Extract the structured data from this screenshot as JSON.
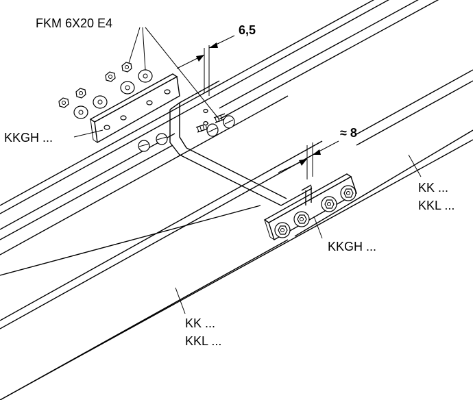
{
  "labels": {
    "fastener": "FKM 6X20 E4",
    "gap_small": "6,5",
    "gap_large": "≈ 8",
    "connector_left": "KKGH ...",
    "connector_right": "KKGH ...",
    "channel_right_line1": "KK ...",
    "channel_right_line2": "KKL ...",
    "channel_front_line1": "KK ...",
    "channel_front_line2": "KKL ..."
  },
  "icons": [
    "nut-icon",
    "washer-icon",
    "bolt-icon",
    "dimension-arrow-icon"
  ]
}
